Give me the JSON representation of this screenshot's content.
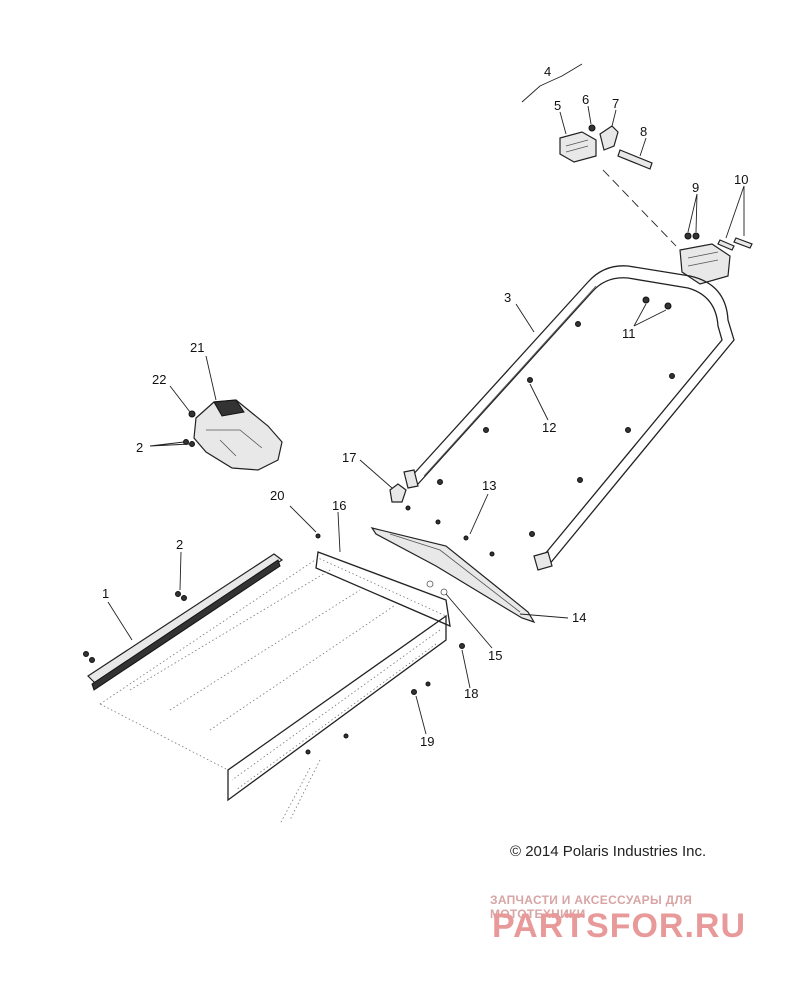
{
  "diagram": {
    "callouts": [
      {
        "id": "1",
        "text": "1"
      },
      {
        "id": "2a",
        "text": "2"
      },
      {
        "id": "2b",
        "text": "2"
      },
      {
        "id": "3",
        "text": "3"
      },
      {
        "id": "4",
        "text": "4"
      },
      {
        "id": "5",
        "text": "5"
      },
      {
        "id": "6",
        "text": "6"
      },
      {
        "id": "7",
        "text": "7"
      },
      {
        "id": "8",
        "text": "8"
      },
      {
        "id": "9",
        "text": "9"
      },
      {
        "id": "10",
        "text": "10"
      },
      {
        "id": "11",
        "text": "11"
      },
      {
        "id": "12",
        "text": "12"
      },
      {
        "id": "13",
        "text": "13"
      },
      {
        "id": "14",
        "text": "14"
      },
      {
        "id": "15",
        "text": "15"
      },
      {
        "id": "16",
        "text": "16"
      },
      {
        "id": "17",
        "text": "17"
      },
      {
        "id": "18",
        "text": "18"
      },
      {
        "id": "19",
        "text": "19"
      },
      {
        "id": "20",
        "text": "20"
      },
      {
        "id": "21",
        "text": "21"
      },
      {
        "id": "22",
        "text": "22"
      }
    ]
  },
  "footer": {
    "copyright": "© 2014 Polaris Industries Inc."
  },
  "watermark": {
    "tagline": "ЗАПЧАСТИ И АКСЕССУАРЫ ДЛЯ МОТОТЕХНИКИ",
    "logo_text": "PARTSFOR.RU",
    "color": "#e89a9a"
  }
}
